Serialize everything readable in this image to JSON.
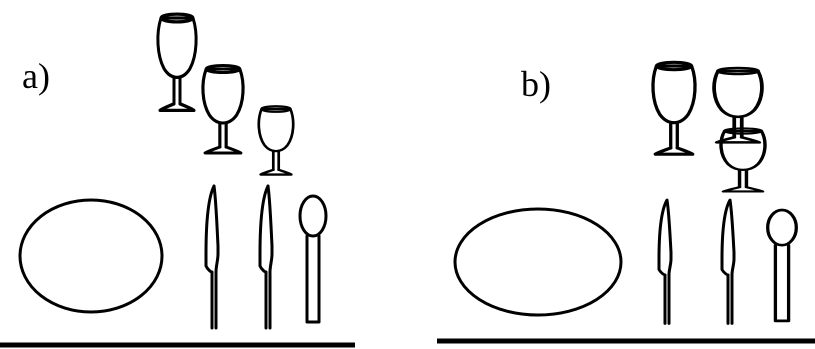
{
  "panels": [
    {
      "id": "a",
      "label": "a)"
    },
    {
      "id": "b",
      "label": "b)"
    }
  ],
  "colors": {
    "ink": "#000000",
    "background": "#ffffff"
  }
}
